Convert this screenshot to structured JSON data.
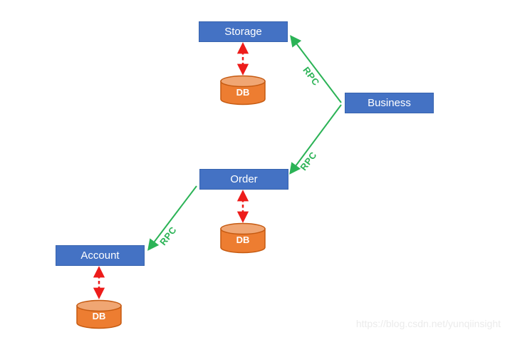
{
  "diagram": {
    "type": "architecture-flowchart",
    "nodes": [
      {
        "id": "storage",
        "label": "Storage"
      },
      {
        "id": "business",
        "label": "Business"
      },
      {
        "id": "order",
        "label": "Order"
      },
      {
        "id": "account",
        "label": "Account"
      }
    ],
    "databases": [
      {
        "id": "storage-db",
        "label": "DB",
        "attached_to": "storage"
      },
      {
        "id": "order-db",
        "label": "DB",
        "attached_to": "order"
      },
      {
        "id": "account-db",
        "label": "DB",
        "attached_to": "account"
      }
    ],
    "edges": [
      {
        "from": "business",
        "to": "storage",
        "label": "RPC"
      },
      {
        "from": "business",
        "to": "order",
        "label": "RPC"
      },
      {
        "from": "order",
        "to": "account",
        "label": "RPC"
      }
    ],
    "colors": {
      "node_fill": "#4472C4",
      "node_border": "#3763AE",
      "node_text": "#FFFFFF",
      "db_fill": "#ED7D31",
      "db_top_fill": "#F0A673",
      "db_border": "#C55A11",
      "rpc_green": "#2BB356",
      "arrow_red": "#ED1C1A",
      "watermark_gray": "#EBEBEB"
    }
  },
  "watermark": "https://blog.csdn.net/yunqiinsight"
}
